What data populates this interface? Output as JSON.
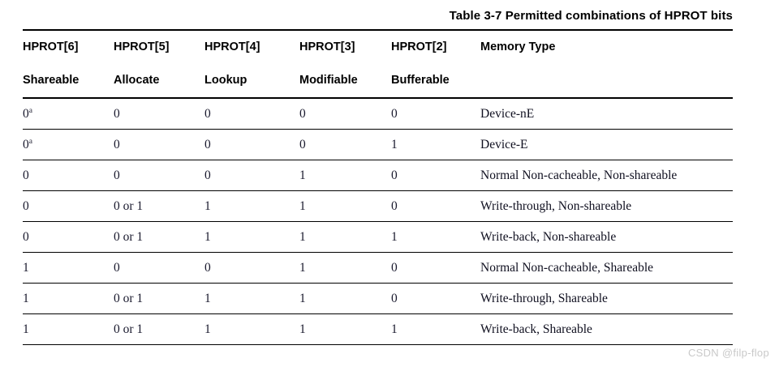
{
  "caption": "Table 3-7 Permitted combinations of HPROT bits",
  "table": {
    "headers_top": [
      "HPROT[6]",
      "HPROT[5]",
      "HPROT[4]",
      "HPROT[3]",
      "HPROT[2]",
      "Memory Type"
    ],
    "headers_bottom": [
      "Shareable",
      "Allocate",
      "Lookup",
      "Modifiable",
      "Bufferable",
      ""
    ],
    "note_marker": "a",
    "rows": [
      {
        "hprot6": "0",
        "hprot6_note": "a",
        "hprot5": "0",
        "hprot4": "0",
        "hprot3": "0",
        "hprot2": "0",
        "memory_type": "Device-nE"
      },
      {
        "hprot6": "0",
        "hprot6_note": "a",
        "hprot5": "0",
        "hprot4": "0",
        "hprot3": "0",
        "hprot2": "1",
        "memory_type": "Device-E"
      },
      {
        "hprot6": "0",
        "hprot6_note": "",
        "hprot5": "0",
        "hprot4": "0",
        "hprot3": "1",
        "hprot2": "0",
        "memory_type": "Normal Non-cacheable, Non-shareable"
      },
      {
        "hprot6": "0",
        "hprot6_note": "",
        "hprot5": "0 or 1",
        "hprot4": "1",
        "hprot3": "1",
        "hprot2": "0",
        "memory_type": "Write-through, Non-shareable"
      },
      {
        "hprot6": "0",
        "hprot6_note": "",
        "hprot5": "0 or 1",
        "hprot4": "1",
        "hprot3": "1",
        "hprot2": "1",
        "memory_type": "Write-back, Non-shareable"
      },
      {
        "hprot6": "1",
        "hprot6_note": "",
        "hprot5": "0",
        "hprot4": "0",
        "hprot3": "1",
        "hprot2": "0",
        "memory_type": "Normal Non-cacheable, Shareable"
      },
      {
        "hprot6": "1",
        "hprot6_note": "",
        "hprot5": "0 or 1",
        "hprot4": "1",
        "hprot3": "1",
        "hprot2": "0",
        "memory_type": "Write-through, Shareable"
      },
      {
        "hprot6": "1",
        "hprot6_note": "",
        "hprot5": "0 or 1",
        "hprot4": "1",
        "hprot3": "1",
        "hprot2": "1",
        "memory_type": "Write-back, Shareable"
      }
    ]
  },
  "watermark": "CSDN @filp-flop"
}
